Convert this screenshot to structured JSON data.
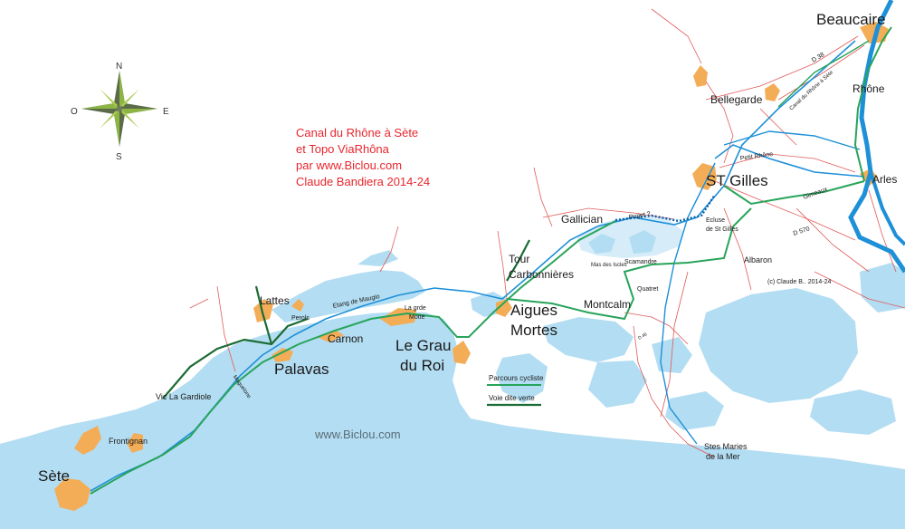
{
  "title_lines": [
    "Canal du Rhône à Sète",
    "et Topo ViaRhôna",
    "par www.Biclou.com",
    "Claude Bandiera 2014-24"
  ],
  "website_watermark": "www.Biclou.com",
  "copyright": "(c) Claude B.. 2014-24",
  "compass": {
    "north": "N",
    "south": "S",
    "west": "O",
    "east": "E"
  },
  "legend": {
    "cycle_route": "Parcours cycliste",
    "greenway": "Voie dite verte"
  },
  "towns": {
    "beaucaire": "Beaucaire",
    "rhone": "Rhône",
    "bellegarde": "Bellegarde",
    "st_gilles": "ST Gilles",
    "arles": "Arles",
    "gallician": "Gallician",
    "tour": "Tour",
    "carbonnieres": "Carbonnières",
    "aigues": "Aigues",
    "mortes": "Mortes",
    "montcalm": "Montcalm",
    "le_grau": "Le Grau",
    "du_roi": "du Roi",
    "lattes": "Lattes",
    "carnon": "Carnon",
    "palavas": "Palavas",
    "sete": "Sète",
    "frontignan": "Frontignan",
    "vic_la_gardiole": "Vic La Gardiole",
    "albaron": "Albaron",
    "stes_maries_1": "Stes Maries",
    "stes_maries_2": "de la Mer",
    "quatret": "Quatret",
    "perols": "Perols",
    "la_grande_motte_1": "La grde",
    "la_grande_motte_2": "Motte"
  },
  "features": {
    "etang_de_maugio": "Etang de Maugio",
    "projet": "Projet ?",
    "ecluse_1": "Ecluse",
    "ecluse_2": "de St Gilles",
    "scamandre": "Scamandre",
    "mas_des_iscles": "Mas des Iscles",
    "petit_rhone": "Petit Rhône",
    "gimeaux": "Gimeaux",
    "d570": "D 570",
    "d38": "D 38",
    "canal_label": "Canal du Rhône à Sète",
    "maguelone": "Maguelone",
    "d46": "D 46"
  },
  "colors": {
    "sea": "#b3ddf2",
    "urban": "#f3ad57",
    "canal": "#1e90d8",
    "river": "#1e90d8",
    "cycle_route": "#28a45a",
    "greenway": "#1b6b34",
    "road": "#e05a5a",
    "title": "#e8262e"
  },
  "icons": [
    "compass-rose-icon"
  ]
}
